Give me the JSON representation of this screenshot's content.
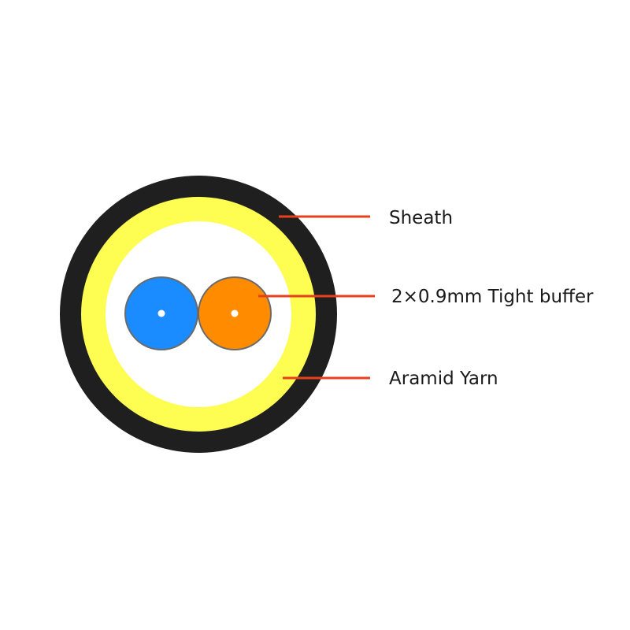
{
  "labels": {
    "sheath": "Sheath",
    "tight_buffer": "2×0.9mm Tight buffer",
    "aramid_yarn": "Aramid Yarn"
  },
  "colors": {
    "sheath": "#1f1f1f",
    "aramid_yarn": "#fdfd52",
    "inner_core": "#ffffff",
    "fiber_blue": "#1a8cff",
    "fiber_orange": "#ff8c00",
    "fiber_outline": "#6a6a6a",
    "fiber_center": "#ffffff",
    "leader_line": "#e8401c",
    "label_text": "#1a1a1a"
  }
}
